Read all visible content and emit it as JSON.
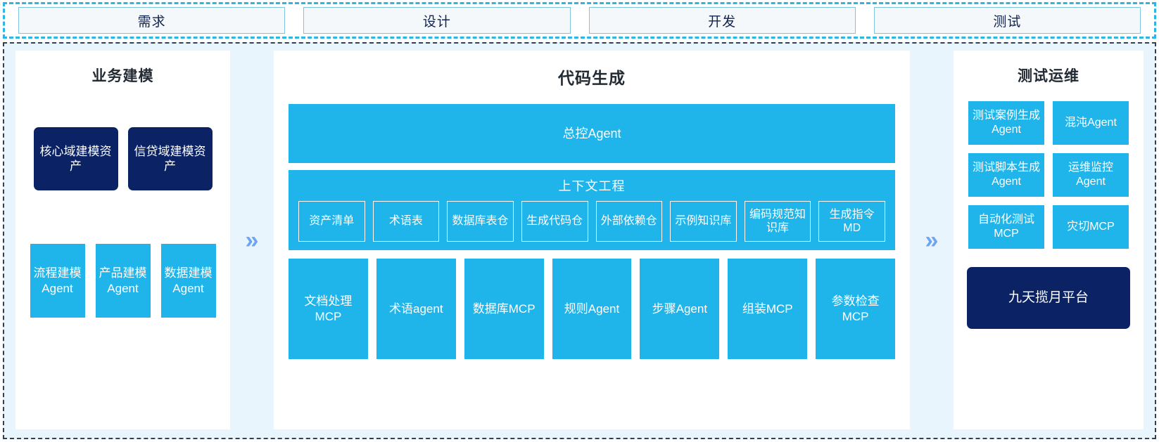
{
  "stages": {
    "items": [
      {
        "label": "需求"
      },
      {
        "label": "设计"
      },
      {
        "label": "开发"
      },
      {
        "label": "测试"
      }
    ]
  },
  "colors": {
    "accent_blue": "#1fb4ea",
    "navy": "#0b2265",
    "region_bg": "#e9f5fd",
    "chevron": "#6fa5ef",
    "stage_border": "#7ec4dd"
  },
  "panels": {
    "left": {
      "title": "业务建模",
      "assets": [
        {
          "label": "核心域建模资产"
        },
        {
          "label": "信贷域建模资产"
        }
      ],
      "agents": [
        {
          "label": "流程建模Agent"
        },
        {
          "label": "产品建模Agent"
        },
        {
          "label": "数据建模Agent"
        }
      ]
    },
    "middle": {
      "title": "代码生成",
      "master_agent": "总控Agent",
      "context": {
        "title": "上下文工程",
        "chips": [
          {
            "label": "资产清单"
          },
          {
            "label": "术语表"
          },
          {
            "label": "数据库表仓"
          },
          {
            "label": "生成代码仓"
          },
          {
            "label": "外部依赖仓"
          },
          {
            "label": "示例知识库"
          },
          {
            "label": "编码规范知识库"
          },
          {
            "label": "生成指令MD"
          }
        ]
      },
      "mcp_cards": [
        {
          "label": "文档处理MCP"
        },
        {
          "label": "术语agent"
        },
        {
          "label": "数据库MCP"
        },
        {
          "label": "规则Agent"
        },
        {
          "label": "步骤Agent"
        },
        {
          "label": "组装MCP"
        },
        {
          "label": "参数检查MCP"
        }
      ]
    },
    "right": {
      "title": "测试运维",
      "cards": [
        {
          "label": "测试案例生成Agent"
        },
        {
          "label": "混沌Agent"
        },
        {
          "label": "测试脚本生成Agent"
        },
        {
          "label": "运维监控Agent"
        },
        {
          "label": "自动化测试MCP"
        },
        {
          "label": "灾切MCP"
        }
      ],
      "platform": "九天揽月平台"
    }
  },
  "flow": {
    "chevron_glyph": "»"
  }
}
